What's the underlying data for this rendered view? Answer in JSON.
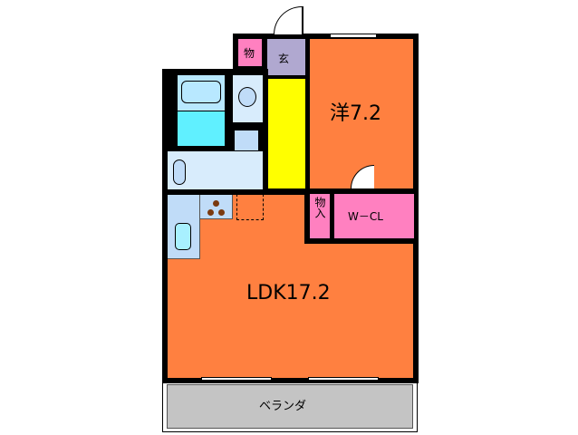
{
  "floorplan": {
    "rooms": {
      "western": {
        "label": "洋7.2",
        "type": "Western-style room",
        "size_jo": 7.2
      },
      "ldk": {
        "label": "LDK17.2",
        "type": "Living Dining Kitchen",
        "size_jo": 17.2
      },
      "wcl": {
        "label": "W－CL",
        "type": "Walk-in closet"
      },
      "storage_entry": {
        "label": "物",
        "type": "Storage"
      },
      "storage_ldk": {
        "label": "物入",
        "type": "Storage closet"
      },
      "entrance": {
        "label": "玄",
        "type": "Entrance"
      },
      "balcony": {
        "label": "ベランダ",
        "type": "Balcony"
      }
    },
    "fixtures": [
      "bathtub",
      "toilet",
      "washing-machine-space",
      "washbasin",
      "kitchen-stove",
      "kitchen-sink",
      "refrigerator-space"
    ]
  },
  "colors": {
    "room_orange": "#ff8040",
    "storage_pink": "#ff80c0",
    "entrance_lavender": "#b0a8d0",
    "corridor_yellow": "#ffff00",
    "wet_light_blue": "#d8ecfc",
    "bath_cyan": "#60f0ff",
    "balcony_gray": "#c4c4c4",
    "wall": "#000000"
  }
}
